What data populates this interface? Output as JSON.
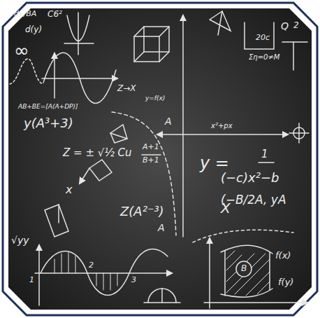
{
  "diagram": {
    "labels": [
      "dy/BA",
      "C6²",
      "d(y)",
      "∞",
      "Z→X",
      "y=f(x)",
      "AB+BE=[A(A+DP)]",
      "y(A³+3)",
      "Z = ± √½ Cu",
      "A+1",
      "B+1",
      "x",
      "Z(A²⁻³)",
      "A",
      "A",
      "X",
      "x²+px",
      "y =",
      "1",
      "(−c)x²−b",
      "(−B/2A, yA",
      "f(x)",
      "f(y)",
      "B",
      "Ση=0≠M",
      "20c",
      "Q",
      "2",
      "1",
      "2",
      "3",
      "√yy"
    ]
  }
}
